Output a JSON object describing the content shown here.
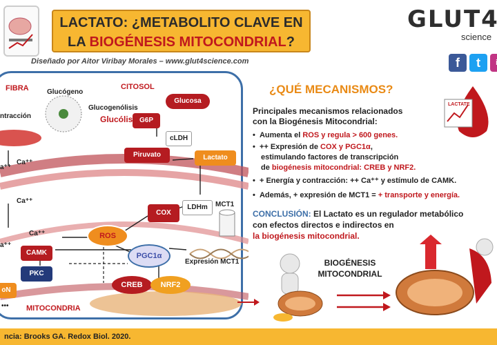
{
  "header": {
    "title_line1": "LACTATO: ¿METABOLITO CLAVE EN",
    "title_line2_a": "LA ",
    "title_line2_red": "BIOGÉNESIS MITOCONDRIAL",
    "title_line2_b": "?",
    "author": "Diseñado por Aitor Viribay Morales – www.glut4science.com",
    "brand": "GLUT4",
    "brand_sub": "science"
  },
  "social": [
    "f",
    "t",
    "ig"
  ],
  "diagram": {
    "fibra": "FIBRA",
    "contraccion": "ntracción",
    "citosol": "CITOSOL",
    "mitocondria": "MITOCONDRIA",
    "glucogeno": "Glucógeno",
    "glucogenolisis": "Glucogenólisis",
    "glucolisis": "Glucólisis",
    "glucosa": "Glucosa",
    "g6p": "G6P",
    "cldh": "cLDH",
    "piruvato": "Piruvato",
    "lactato": "Lactato",
    "cox": "COX",
    "ldhm": "LDHm",
    "mct1": "MCT1",
    "ros": "ROS",
    "pgc1a": "PGC1α",
    "expresion_mct1": "Expresión MCT1",
    "camk": "CAMK",
    "pkc": "PKC",
    "creb": "CREB",
    "nrf2": "NRF2",
    "ca1": "Ca⁺⁺",
    "ca2": "Ca⁺⁺",
    "ca3": "Ca⁺⁺",
    "ca4": "a⁺⁺",
    "ca5": "a⁺⁺",
    "on": "oN",
    "dots": "•••"
  },
  "right": {
    "question": "¿QUÉ MECANISMOS?",
    "intro1": "Principales mecanismos relacionados",
    "intro2": "con la Biogénesis Mitocondrial:",
    "b1_a": "Aumenta el ",
    "b1_red": "ROS y regula > 600 genes.",
    "b2_a": "++ Expresión de ",
    "b2_red": "COX y PGC1α",
    "b2_b": ",",
    "b2_line2": "estimulando factores de transcripción",
    "b2_line3_a": "de ",
    "b2_line3_red": "biogénesis mitocondrial: CREB y NRF2.",
    "b3": "+ Energía y contracción:  ++ Ca⁺⁺ y estímulo de CAMK.",
    "b4_a": "Además, + expresión de MCT1 = ",
    "b4_red": "+ transporte y energía.",
    "concl_label": "CONCLUSIÓN: ",
    "concl1": "El Lactato es un regulador metabólico",
    "concl2": "con efectos directos e indirectos en",
    "concl3": "la biogénesis mitocondrial.",
    "bio1": "BIOGÉNESIS",
    "bio2": "MITOCONDRIAL",
    "mascot_tag": "LACTATE"
  },
  "footer": "ncia: Brooks GA. Redox Biol. 2020.",
  "colors": {
    "accent": "#f7b731",
    "red": "#c0181d",
    "blue": "#3d6fa8",
    "orange": "#ef8d1e"
  }
}
